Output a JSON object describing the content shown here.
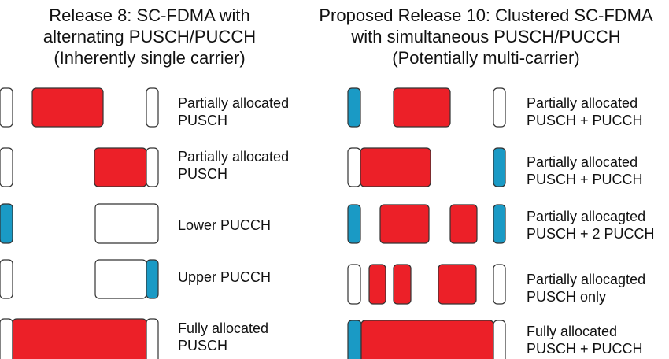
{
  "headings": {
    "left": {
      "line1": "Release 8: SC-FDMA with",
      "line2": "alternating PUSCH/PUCCH",
      "line3": "(Inherently single carrier)"
    },
    "right": {
      "line1": "Proposed Release 10: Clustered SC-FDMA",
      "line2": "with simultaneous PUSCH/PUCCH",
      "line3": "(Potentially multi-carrier)"
    }
  },
  "colors": {
    "pusch": "#ec2028",
    "pucch": "#1a9ac5",
    "outline": "#333333",
    "empty": "#ffffff"
  },
  "left_rows": [
    {
      "line1": "Partially allocated",
      "line2": "PUSCH"
    },
    {
      "line1": "Partially allocated",
      "line2": "PUSCH"
    },
    {
      "line1": "Lower PUCCH",
      "line2": ""
    },
    {
      "line1": "Upper PUCCH",
      "line2": ""
    },
    {
      "line1": "Fully allocated",
      "line2": "PUSCH"
    }
  ],
  "right_rows": [
    {
      "line1": "Partially allocated",
      "line2": "PUSCH + PUCCH"
    },
    {
      "line1": "Partially allocated",
      "line2": "PUSCH + PUCCH"
    },
    {
      "line1": "Partially allocagted",
      "line2": "PUSCH + 2 PUCCH"
    },
    {
      "line1": "Partially allocagted",
      "line2": "PUSCH only"
    },
    {
      "line1": "Fully allocated",
      "line2": "PUSCH + PUCCH"
    }
  ]
}
